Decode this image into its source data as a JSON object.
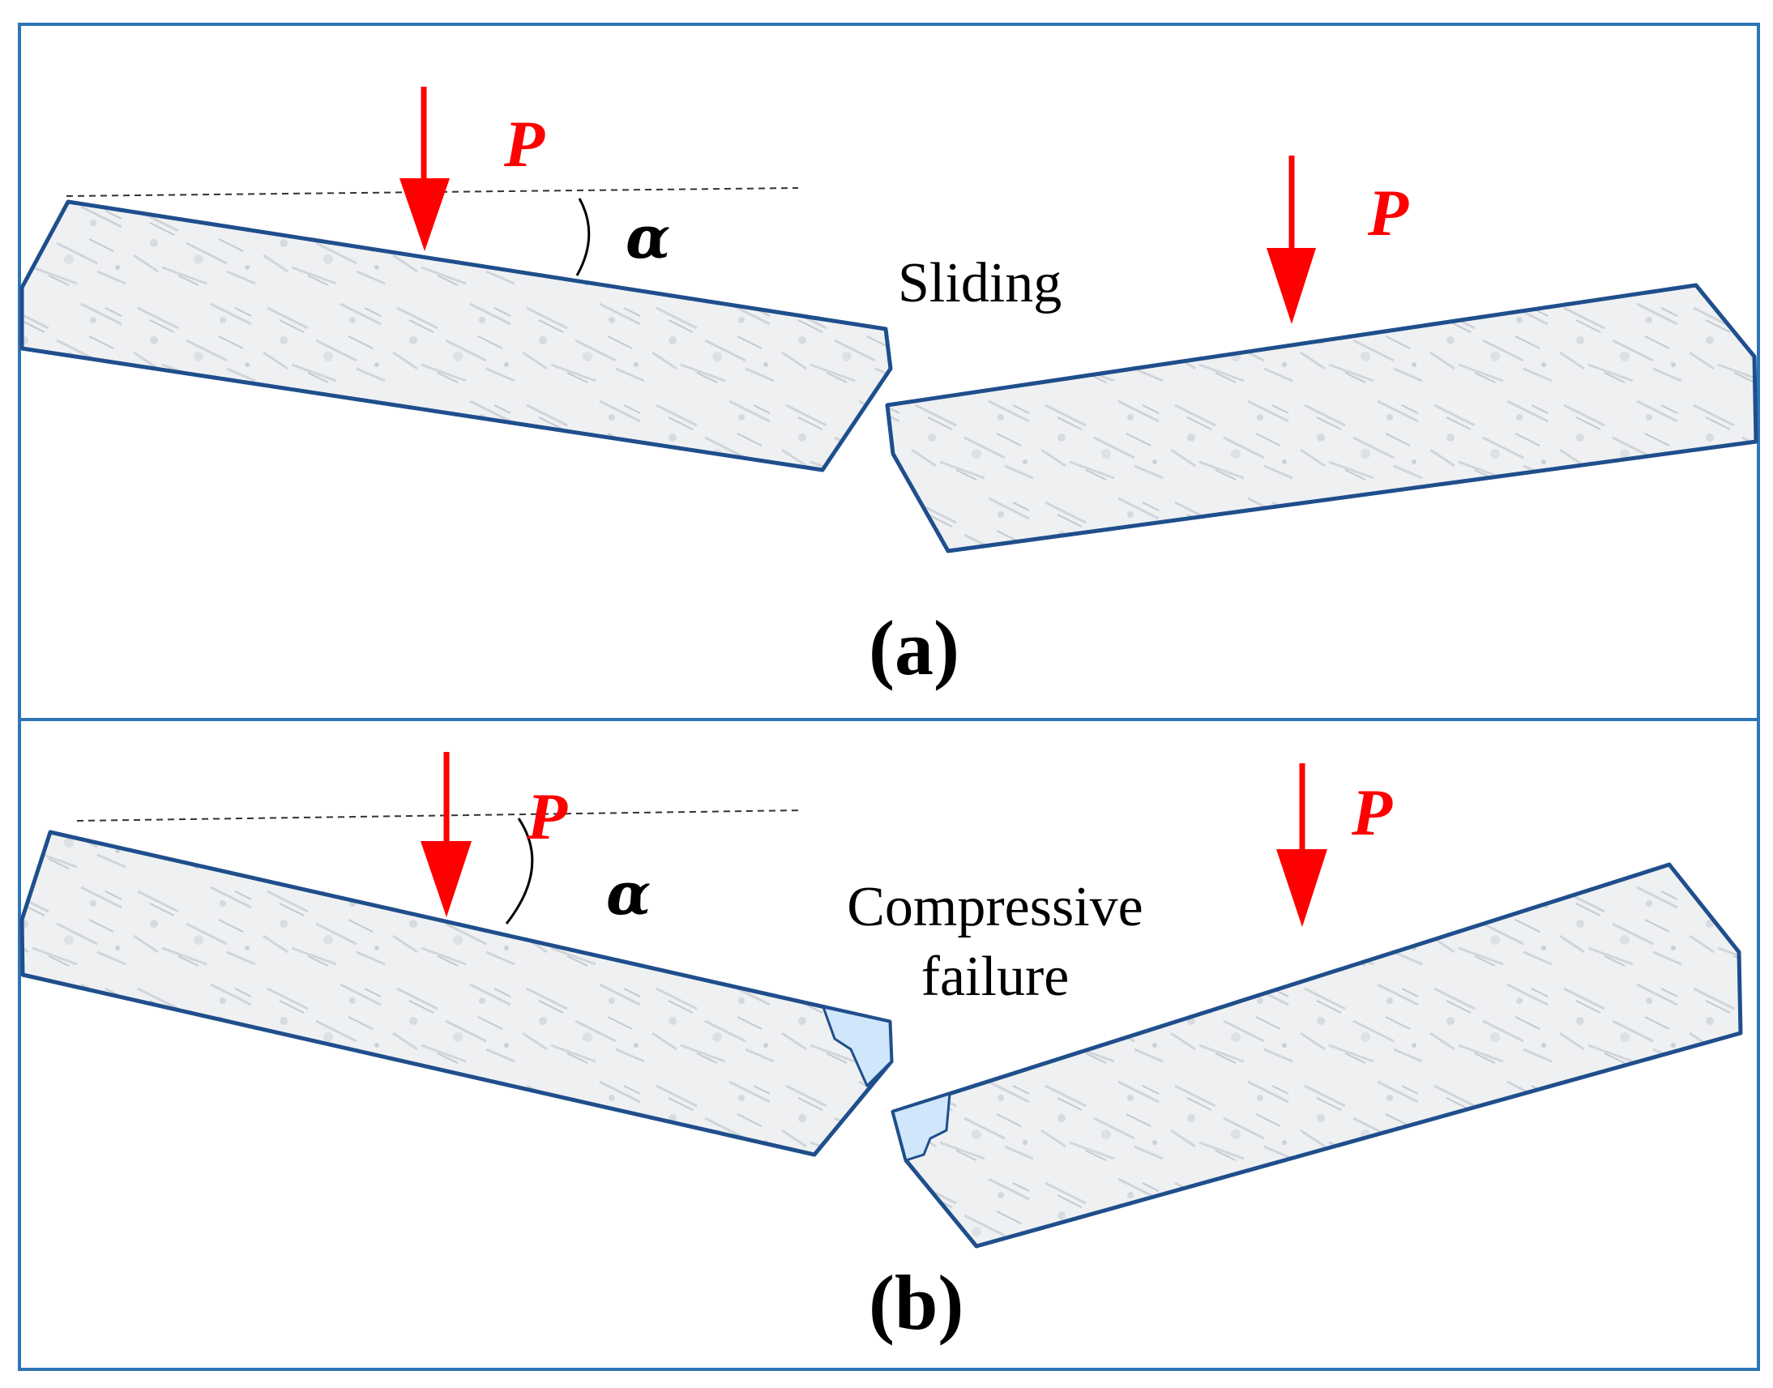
{
  "colors": {
    "border": "#2e75b6",
    "block_outline": "#1f4e8c",
    "force": "#ff0000",
    "crush_zone": "#cfe6fb",
    "rock": "#eef0f2"
  },
  "panels": [
    {
      "id": "a",
      "label": "(a)",
      "mode_lines": [
        "Sliding"
      ],
      "force_left": "P",
      "force_right": "P",
      "angle": "α"
    },
    {
      "id": "b",
      "label": "(b)",
      "mode_lines": [
        "Compressive",
        "failure"
      ],
      "force_left": "P",
      "force_right": "P",
      "angle": "α"
    }
  ]
}
